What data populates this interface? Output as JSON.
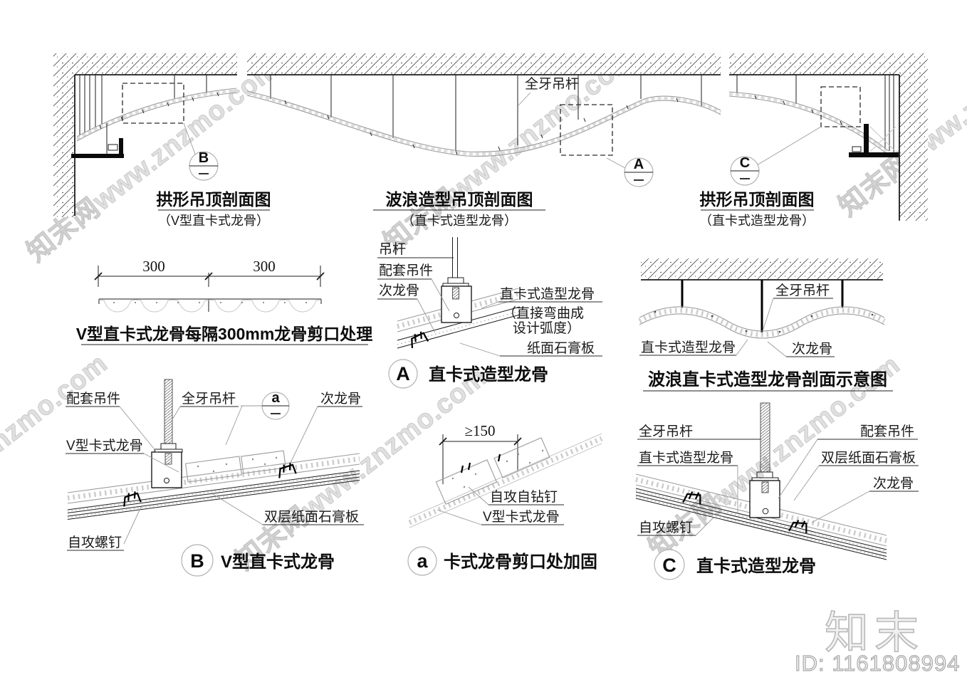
{
  "watermark": {
    "text": "知末网www.znzmo.com",
    "logo_text": "知末",
    "id_text": "ID: 1161808994"
  },
  "top_left": {
    "bubble": "B",
    "title": "拱形吊顶剖面图",
    "subtitle": "（V型直卡式龙骨）"
  },
  "top_middle": {
    "bubble": "A",
    "title": "波浪造型吊顶剖面图",
    "subtitle": "（直卡式造型龙骨）",
    "label_hanger": "全牙吊杆"
  },
  "top_right": {
    "bubble": "C",
    "title": "拱形吊顶剖面图",
    "subtitle": "（直卡式造型龙骨）"
  },
  "notch_detail": {
    "dim_left": "300",
    "dim_right": "300",
    "title": "V型直卡式龙骨每隔300mm龙骨剪口处理"
  },
  "detail_a": {
    "bubble": "A",
    "title": "直卡式造型龙骨",
    "label_rod": "吊杆",
    "label_hanger_part": "配套吊件",
    "label_secondary": "次龙骨",
    "label_keel_1": "直卡式造型龙骨",
    "label_keel_2": "（直接弯曲成",
    "label_keel_3": "设计弧度）",
    "label_board": "纸面石膏板"
  },
  "wave_profile": {
    "title": "波浪直卡式造型龙骨剖面示意图",
    "label_hanger": "全牙吊杆",
    "label_keel": "直卡式造型龙骨",
    "label_secondary": "次龙骨"
  },
  "detail_b": {
    "bubble": "B",
    "ref_bubble": "a",
    "title": "V型直卡式龙骨",
    "label_hanger_part": "配套吊件",
    "label_rod": "全牙吊杆",
    "label_secondary": "次龙骨",
    "label_keel": "V型卡式龙骨",
    "label_screw": "自攻螺钉",
    "label_board": "双层纸面石膏板"
  },
  "detail_small_a": {
    "bubble": "a",
    "title": "卡式龙骨剪口处加固",
    "dim": "≥150",
    "label_screw": "自攻自钻钉",
    "label_keel": "V型卡式龙骨"
  },
  "detail_c": {
    "bubble": "C",
    "title": "直卡式造型龙骨",
    "label_rod": "全牙吊杆",
    "label_keel": "直卡式造型龙骨",
    "label_screw": "自攻螺钉",
    "label_hanger_part": "配套吊件",
    "label_board": "双层纸面石膏板",
    "label_secondary": "次龙骨"
  }
}
